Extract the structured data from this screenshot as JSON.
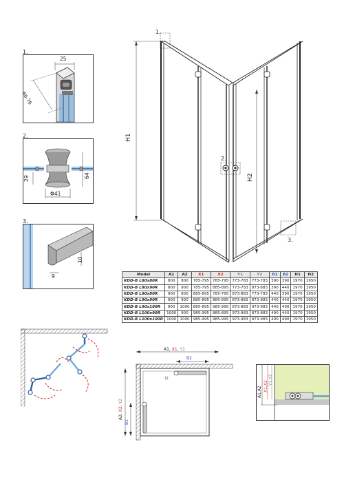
{
  "details": {
    "d1": {
      "index": "1.",
      "dim_top": "25",
      "dim_side": "66-76"
    },
    "d2": {
      "index": "2.",
      "dim_left": "29",
      "dim_bottom": "Φ41",
      "dim_right": "64"
    },
    "d3": {
      "index": "3.",
      "dim_right": "10",
      "dim_bottom": "9"
    }
  },
  "main": {
    "callout_1": "1.",
    "callout_2": "2.",
    "callout_3": "3.",
    "h1_label": "H1",
    "h2_label": "H2"
  },
  "table": {
    "headers": [
      "Model",
      "A1",
      "A2",
      "X1",
      "X2",
      "Y1",
      "Y2",
      "B1",
      "B2",
      "H1",
      "H2"
    ],
    "header_colors": [
      "",
      "",
      "",
      "red",
      "red",
      "gray",
      "gray",
      "blue",
      "blue",
      "",
      ""
    ],
    "rows": [
      [
        "KDD-B L80x80R",
        "800",
        "800",
        "785-795",
        "785-795",
        "773-783",
        "773-783",
        "390",
        "390",
        "1970",
        "1950"
      ],
      [
        "KDD-B L80x90R",
        "800",
        "900",
        "785-795",
        "885-895",
        "773-783",
        "873-883",
        "390",
        "440",
        "1970",
        "1950"
      ],
      [
        "KDD-B L90x80R",
        "900",
        "800",
        "885-895",
        "785-795",
        "873-883",
        "773-783",
        "440",
        "390",
        "1970",
        "1950"
      ],
      [
        "KDD-B L90x90R",
        "900",
        "900",
        "885-895",
        "885-895",
        "873-883",
        "873-883",
        "440",
        "440",
        "1970",
        "1950"
      ],
      [
        "KDD-B L90x100R",
        "900",
        "1000",
        "885-895",
        "985-995",
        "873-883",
        "973-983",
        "440",
        "490",
        "1970",
        "1950"
      ],
      [
        "KDD-B L100x90R",
        "1000",
        "900",
        "985-995",
        "885-895",
        "973-983",
        "873-883",
        "490",
        "440",
        "1970",
        "1950"
      ],
      [
        "KDD-B L100x100R",
        "1000",
        "1000",
        "985-995",
        "985-995",
        "973-983",
        "973-983",
        "490",
        "490",
        "1970",
        "1950"
      ]
    ]
  },
  "plan": {
    "top_prefix": "A1, ",
    "top_x": "X1, ",
    "top_y": "Y1",
    "b2": "B2",
    "left_prefix": "A2, ",
    "left_x": "X2, ",
    "left_y": "Y2",
    "b1": "B1"
  },
  "section": {
    "a": "A1,A2",
    "x": "X1,X2",
    "y": "Y1,Y2"
  },
  "colors": {
    "red": "#d0241c",
    "gray": "#8a8a8a",
    "blue": "#2a58b8",
    "glass": "#6fa8dc",
    "wall_fill": "#e4f0b8"
  }
}
